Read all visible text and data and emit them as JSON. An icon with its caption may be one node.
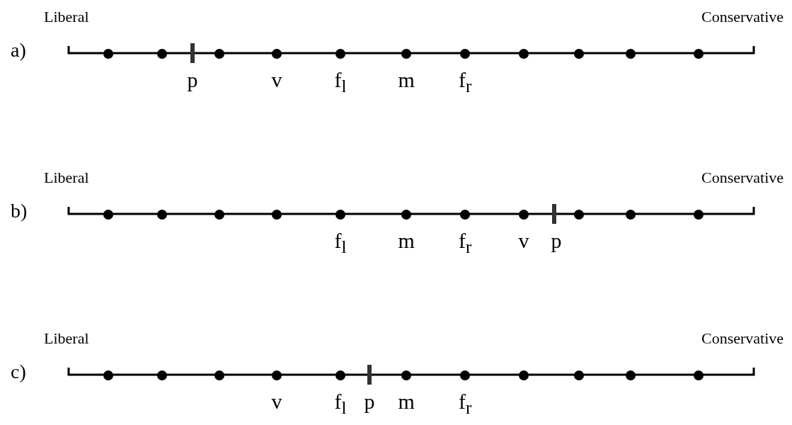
{
  "diagram": {
    "labels": [
      "Liberal",
      "Conservative",
      "a)",
      "p",
      "v",
      "f$_{l}$",
      "m",
      "f$_{r}$",
      "Liberal",
      "Conservative",
      "b)",
      "f$_{l}$",
      "m",
      "f$_{r}$",
      "v",
      "p",
      "Liberal",
      "Conservative",
      "c)",
      "v",
      "f$_{l}$",
      "p",
      "m",
      "f$_{r}$"
    ]
  }
}
